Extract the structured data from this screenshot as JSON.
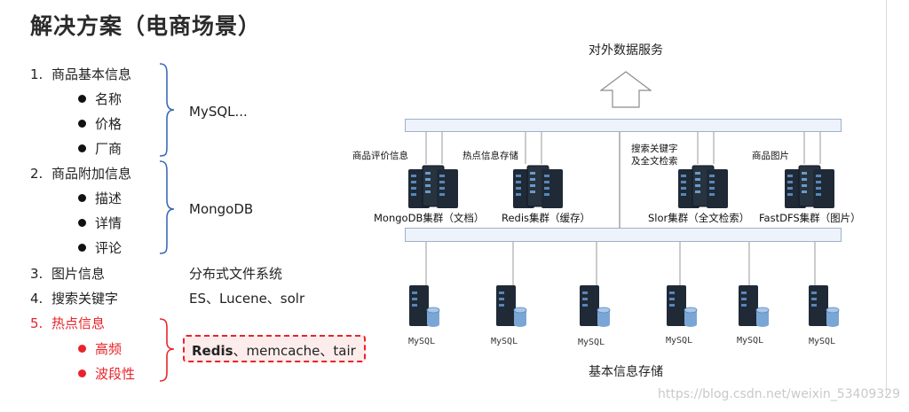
{
  "title": "解决方案（电商场景）",
  "list": [
    {
      "num": "1.",
      "label": "商品基本信息",
      "subs": [
        "名称",
        "价格",
        "厂商"
      ],
      "tech": "MySQL..."
    },
    {
      "num": "2.",
      "label": "商品附加信息",
      "subs": [
        "描述",
        "详情",
        "评论"
      ],
      "tech": "MongoDB"
    },
    {
      "num": "3.",
      "label": "图片信息",
      "tech": "分布式文件系统"
    },
    {
      "num": "4.",
      "label": "搜索关键字",
      "tech": "ES、Lucene、solr"
    },
    {
      "num": "5.",
      "label": "热点信息",
      "subs": [
        "高频",
        "波段性"
      ],
      "tech_bold": "Redis",
      "tech_rest": "、memcache、tair"
    }
  ],
  "diagram": {
    "top_label": "对外数据服务",
    "bottom_label": "基本信息存储",
    "above_labels": [
      "商品评价信息",
      "热点信息存储",
      "搜索关键字",
      "及全文检索",
      "商品图片"
    ],
    "clusters": [
      "MongoDB集群（文档）",
      "Redis集群（缓存）",
      "Slor集群（全文检索）",
      "FastDFS集群（图片）"
    ],
    "mysql_label": "MySQL"
  },
  "colors": {
    "highlight": "#e8242a",
    "bus_fill": "#eef3fb",
    "server_body": "#1f2a36",
    "db_fill": "#7aa6d6"
  },
  "watermark": "https://blog.csdn.net/weixin_53409329"
}
